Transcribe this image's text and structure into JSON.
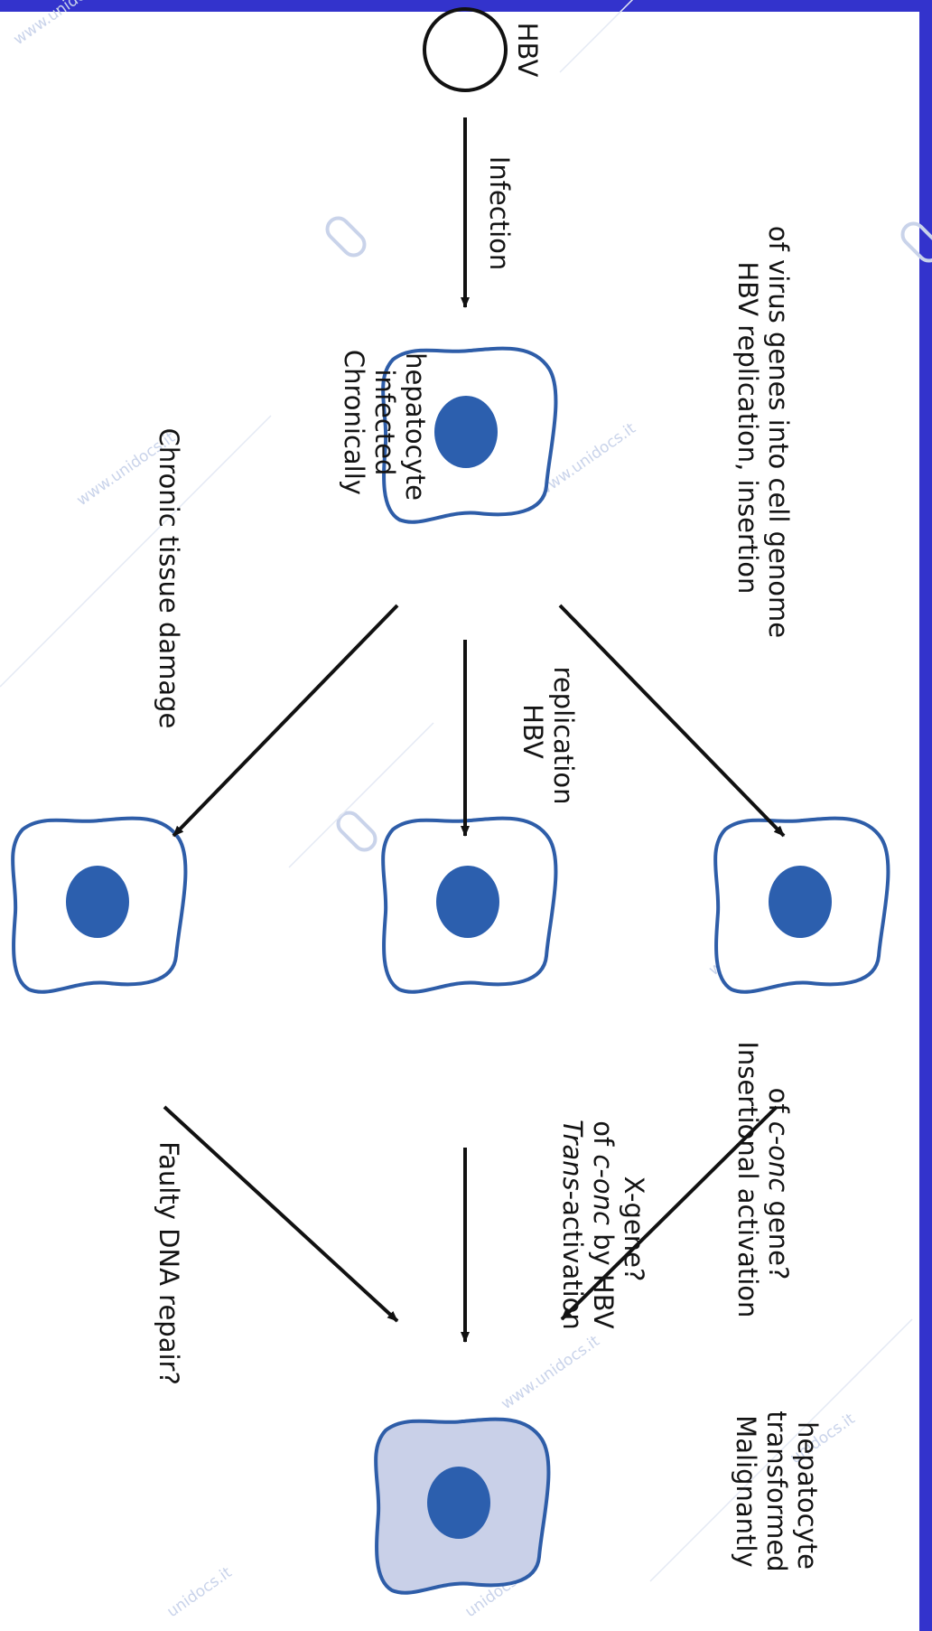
{
  "colors": {
    "frame": "#3333cc",
    "cell_outline": "#2e5da8",
    "nucleus": "#2c5fae",
    "transformed_fill": "#c9d0e8",
    "arrow": "#111111",
    "watermark": "#c9d3ea"
  },
  "watermark": {
    "text": "www.unidocs.it",
    "short": "unidocs.it"
  },
  "nodes": {
    "virus": {
      "label": "HBV"
    },
    "chronic": {
      "line1": "Chronically",
      "line2": "infected",
      "line3": "hepatocyte"
    },
    "malignant": {
      "line1": "Malignantly",
      "line2": "transformed",
      "line3": "hepatocyte"
    }
  },
  "edges": {
    "infection": {
      "label": "Infection"
    },
    "insertion": {
      "line1": "HBV replication, insertion",
      "line2": "of virus genes into cell genome"
    },
    "replication": {
      "line1": "HBV",
      "line2": "replication"
    },
    "tissue": {
      "label": "Chronic tissue damage"
    },
    "insertional": {
      "line1": "Insertional activation",
      "line2_prefix": "of ",
      "line2_italic": "c-onc",
      "line2_suffix": " gene?"
    },
    "trans": {
      "line1_italic": "Trans",
      "line1_suffix": "-activation",
      "line2_prefix": "of ",
      "line2_italic": "c-onc",
      "line2_suffix": " by HBV",
      "line3": "X-gene?"
    },
    "faulty": {
      "label": "Faulty DNA repair?"
    }
  }
}
